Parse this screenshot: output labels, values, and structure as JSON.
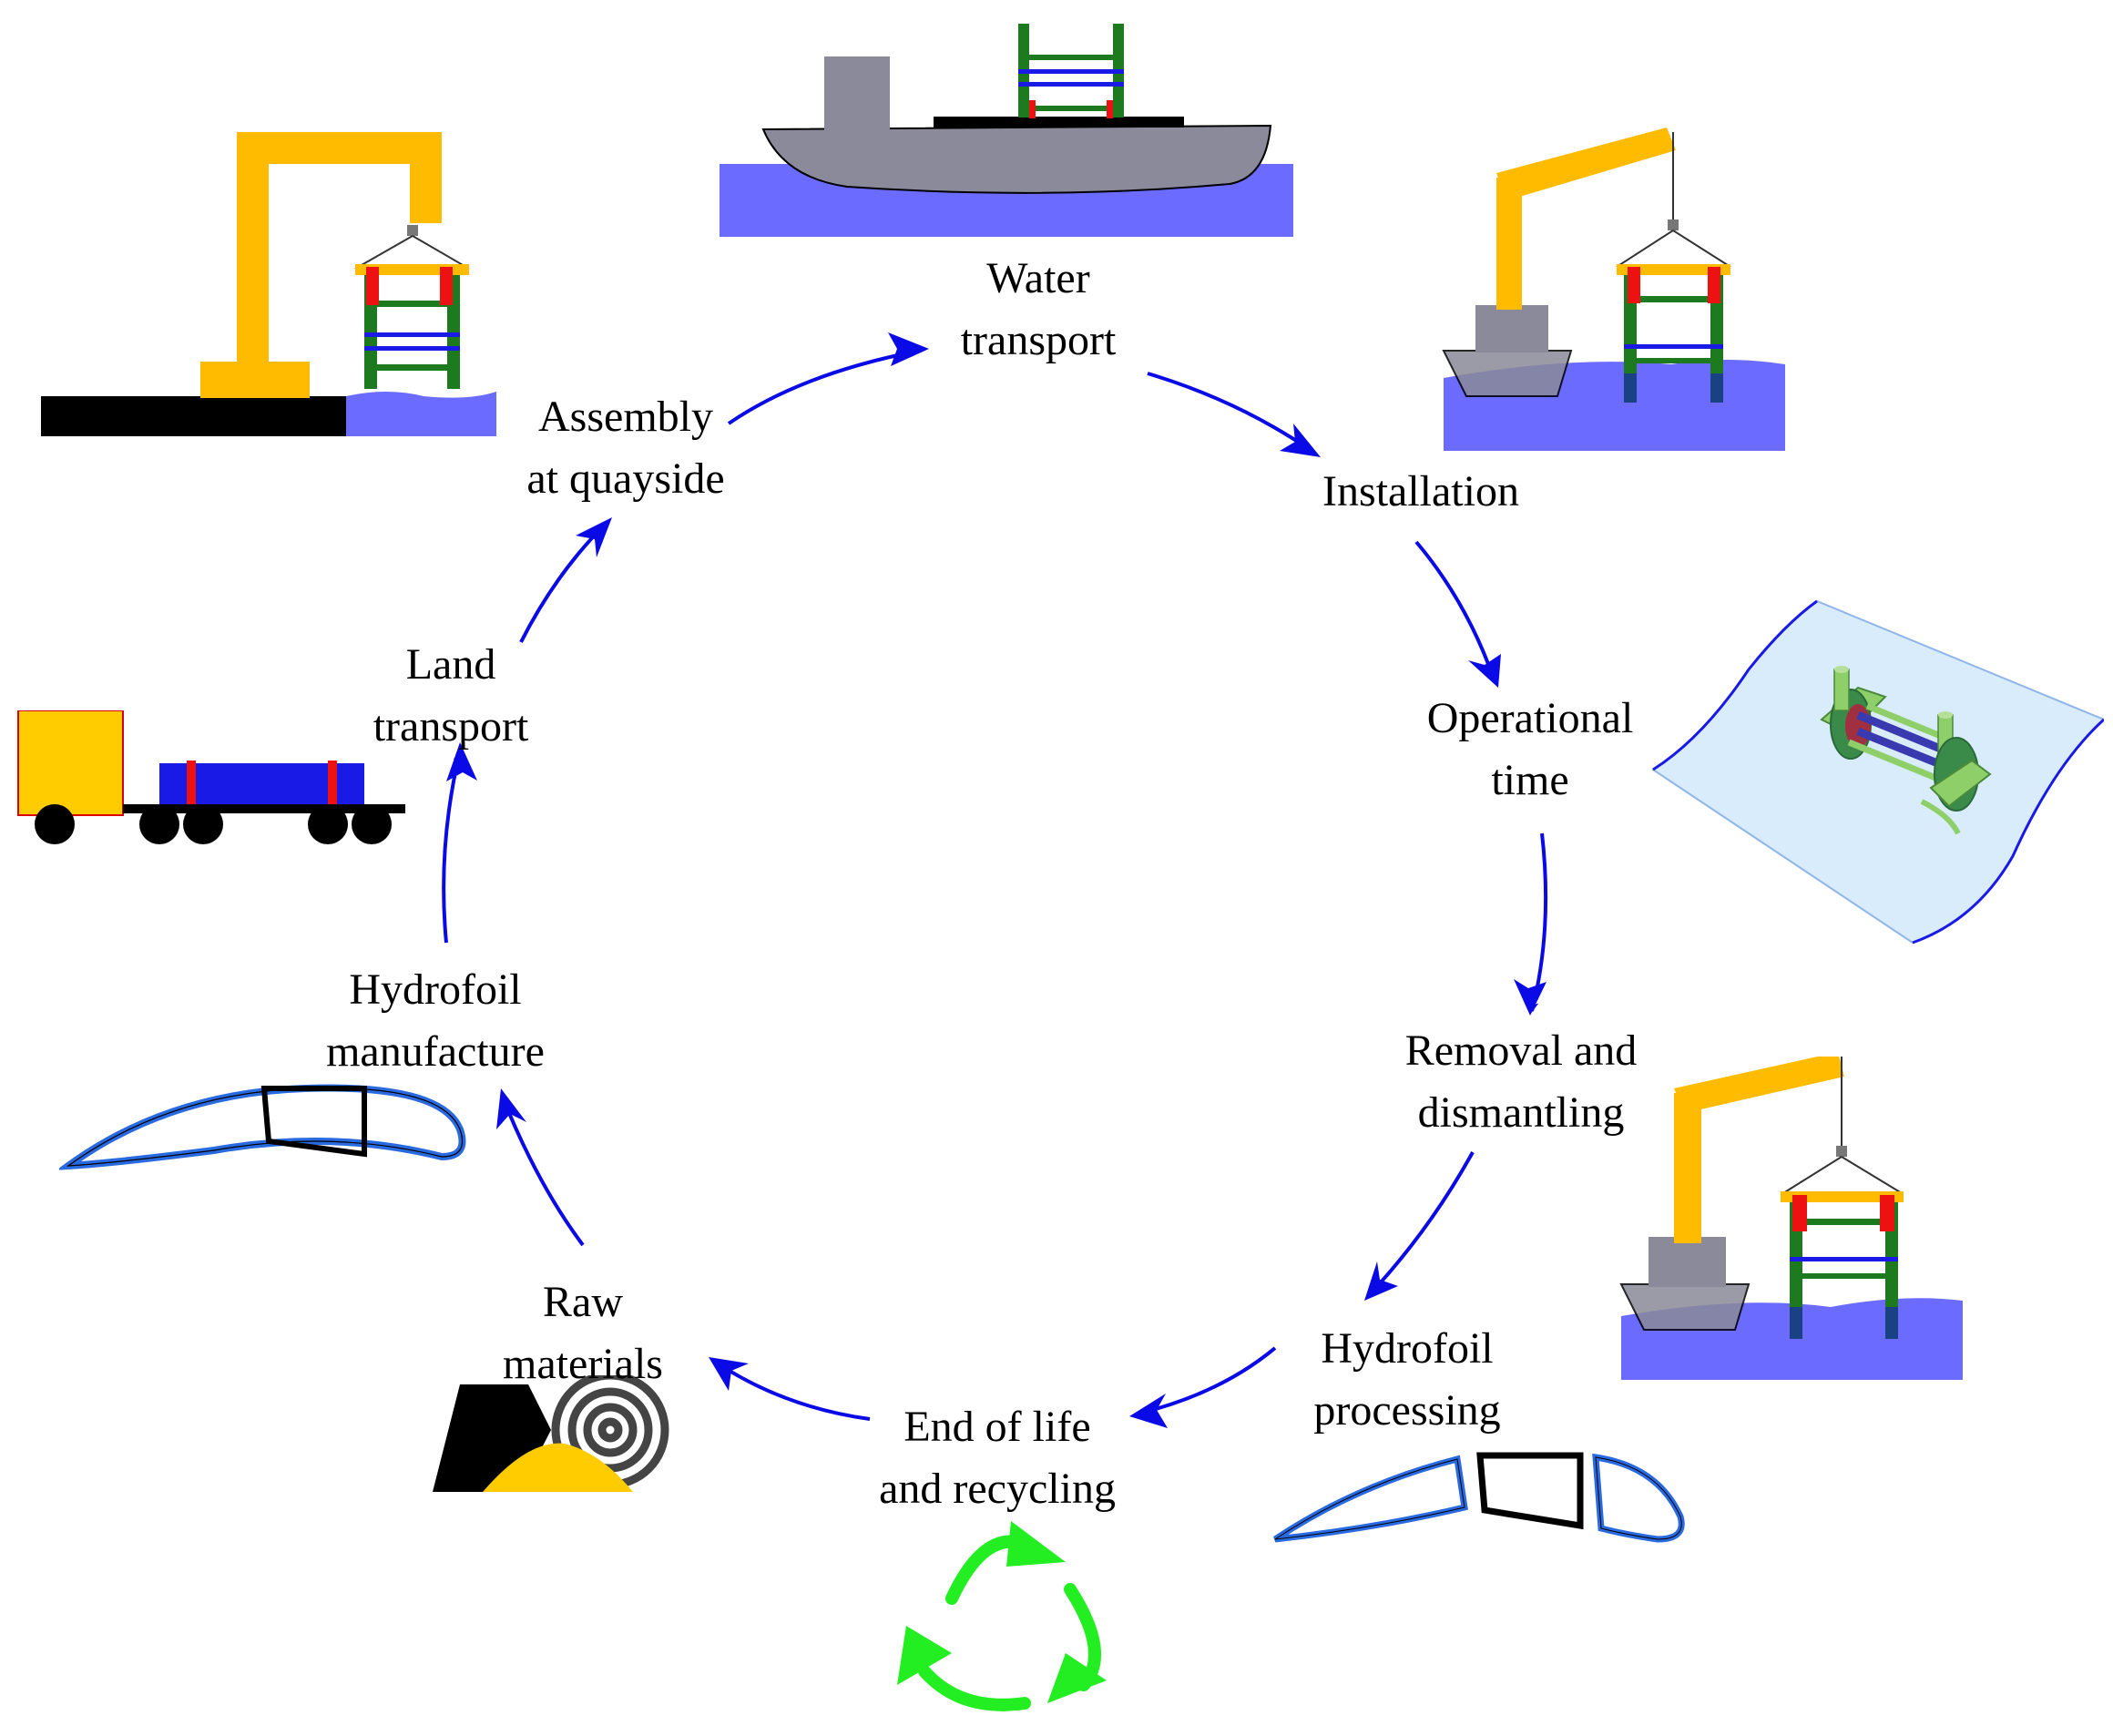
{
  "stages": [
    {
      "id": "water-transport",
      "lines": [
        "Water",
        "transport"
      ]
    },
    {
      "id": "installation",
      "lines": [
        "Installation"
      ]
    },
    {
      "id": "operational-time",
      "lines": [
        "Operational",
        "time"
      ]
    },
    {
      "id": "removal-dismantling",
      "lines": [
        "Removal and",
        "dismantling"
      ]
    },
    {
      "id": "hydrofoil-processing",
      "lines": [
        "Hydrofoil",
        "processing"
      ]
    },
    {
      "id": "end-of-life-recycling",
      "lines": [
        "End of life",
        "and recycling"
      ]
    },
    {
      "id": "raw-materials",
      "lines": [
        "Raw",
        "materials"
      ]
    },
    {
      "id": "hydrofoil-manufacture",
      "lines": [
        "Hydrofoil",
        "manufacture"
      ]
    },
    {
      "id": "land-transport",
      "lines": [
        "Land",
        "transport"
      ]
    },
    {
      "id": "assembly-quayside",
      "lines": [
        "Assembly",
        "at quayside"
      ]
    }
  ],
  "colors": {
    "arrow": "#0a0ae6",
    "crane": "#ffbb00",
    "water": "#6b6bff",
    "frame": "#1e7a1e",
    "clamp": "#ee1111",
    "hull": "#8a8a9a",
    "recycle": "#22ee22",
    "foil": "#2a6ae0"
  },
  "icons": [
    "quayside-crane-icon",
    "barge-icon",
    "crane-vessel-icon",
    "turbine-seabed-icon",
    "truck-icon",
    "hydrofoil-section-icon",
    "raw-materials-icon",
    "recycle-icon",
    "hydrofoil-cut-icon"
  ]
}
